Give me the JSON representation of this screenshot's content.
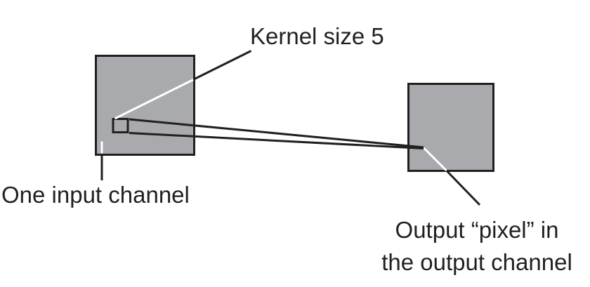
{
  "figure": {
    "labels": {
      "kernel": "Kernel size 5",
      "input_channel": "One input channel",
      "output_line1": "Output “pixel” in",
      "output_line2": "the output channel"
    },
    "colors": {
      "channel_fill": "#a8aaad",
      "ink": "#231f20",
      "leader_highlight": "#ffffff",
      "background": "#ffffff"
    }
  }
}
